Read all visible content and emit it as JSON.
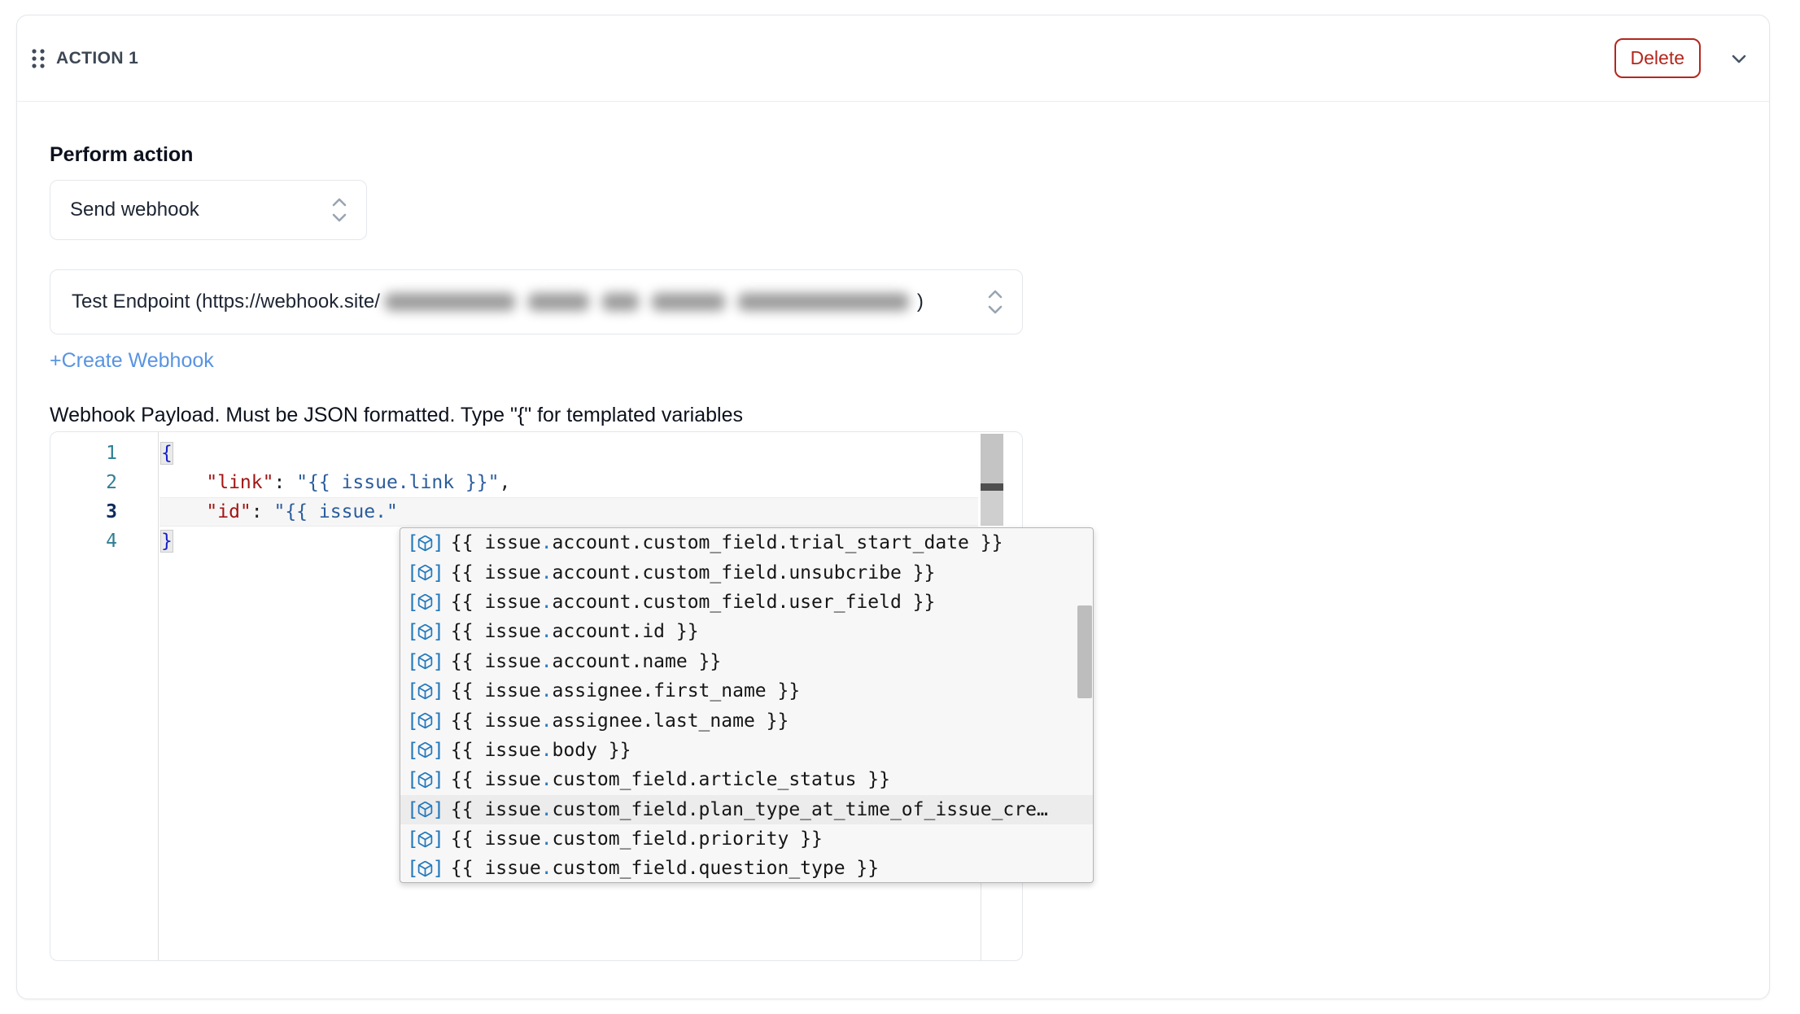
{
  "card": {
    "title": "ACTION 1",
    "delete_button": "Delete"
  },
  "form": {
    "perform_action_label": "Perform action",
    "action_select_value": "Send webhook",
    "webhook_select": {
      "prefix": "Test Endpoint (https://webhook.site/",
      "suffix": ")",
      "url_redacted": true
    },
    "create_webhook_label": "+Create Webhook",
    "payload_label": "Webhook Payload. Must be JSON formatted. Type \"{\" for templated variables"
  },
  "editor": {
    "lines": {
      "l1": {
        "num": "1",
        "brace": "{"
      },
      "l2": {
        "num": "2",
        "indent": "    ",
        "key": "\"link\"",
        "sep": ": ",
        "val": "\"{{ issue.link }}\"",
        "tail": ","
      },
      "l3": {
        "num": "3",
        "indent": "    ",
        "key": "\"id\"",
        "sep": ": ",
        "val": "\"{{ issue.\""
      },
      "l4": {
        "num": "4",
        "brace": "}"
      }
    }
  },
  "autocomplete": {
    "highlighted_index": 9,
    "items": [
      {
        "b": "{{ issue",
        "d": ".",
        "r": "account.custom_field.trial_start_date }}"
      },
      {
        "b": "{{ issue",
        "d": ".",
        "r": "account.custom_field.unsubcribe }}"
      },
      {
        "b": "{{ issue",
        "d": ".",
        "r": "account.custom_field.user_field }}"
      },
      {
        "b": "{{ issue",
        "d": ".",
        "r": "account.id }}"
      },
      {
        "b": "{{ issue",
        "d": ".",
        "r": "account.name }}"
      },
      {
        "b": "{{ issue",
        "d": ".",
        "r": "assignee.first_name }}"
      },
      {
        "b": "{{ issue",
        "d": ".",
        "r": "assignee.last_name }}"
      },
      {
        "b": "{{ issue",
        "d": ".",
        "r": "body }}"
      },
      {
        "b": "{{ issue",
        "d": ".",
        "r": "custom_field.article_status }}"
      },
      {
        "b": "{{ issue",
        "d": ".",
        "r": "custom_field.plan_type_at_time_of_issue_cre…"
      },
      {
        "b": "{{ issue",
        "d": ".",
        "r": "custom_field.priority }}"
      },
      {
        "b": "{{ issue",
        "d": ".",
        "r": "custom_field.question_type }}"
      }
    ]
  },
  "colors": {
    "accent_blue": "#5894e2",
    "delete_red": "#b3271e",
    "token_key": "#a31515",
    "token_value": "#2b5d9c",
    "token_brace": "#1822c8",
    "line_number_teal": "#2f7e95",
    "variable_icon_blue": "#2379bd"
  }
}
